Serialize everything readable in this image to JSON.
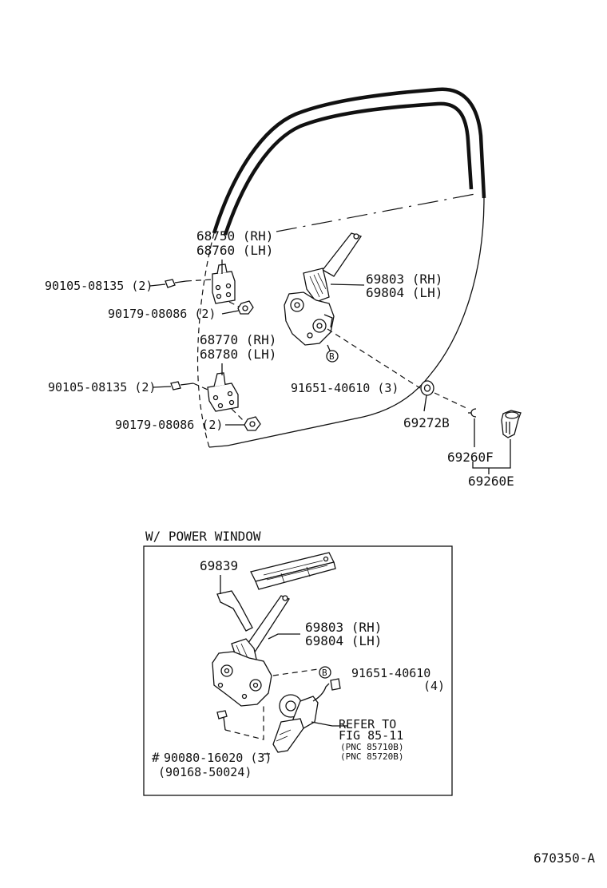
{
  "labels": {
    "p68750": "68750 (RH)",
    "p68760": "68760 (LH)",
    "p90105a": "90105-08135 (2)",
    "p90179a": "90179-08086 (2)",
    "p68770": "68770 (RH)",
    "p68780": "68780 (LH)",
    "p90105b": "90105-08135 (2)",
    "p90179b": "90179-08086 (2)",
    "p69803a": "69803 (RH)",
    "p69804a": "69804 (LH)",
    "p91651a": "91651-40610 (3)",
    "calloutB1": "B",
    "p69272B": "69272B",
    "p69260F": "69260F",
    "p69260E": "69260E"
  },
  "power_window": {
    "title": "W/ POWER WINDOW",
    "p69839": "69839",
    "p69803": "69803 (RH)",
    "p69804": "69804 (LH)",
    "calloutB2": "B",
    "p91651": "91651-40610",
    "p91651_qty": "(4)",
    "refer1": "REFER TO",
    "refer2": "FIG 85-11",
    "pnc1": "(PNC 85710B)",
    "pnc2": "(PNC 85720B)",
    "hash": "#",
    "p90080": "90080-16020 (3)",
    "p90168": "(90168-50024)"
  },
  "figure_code": "670350-A"
}
